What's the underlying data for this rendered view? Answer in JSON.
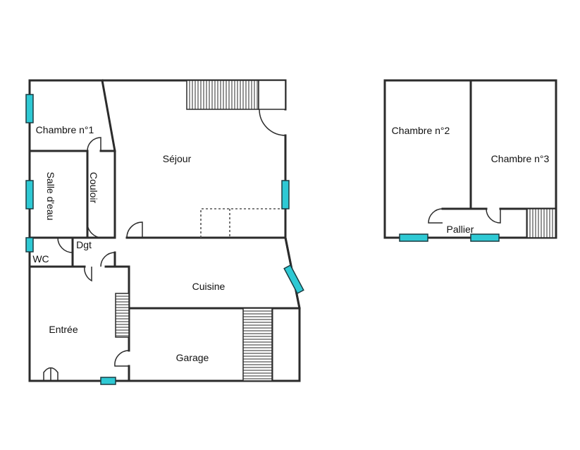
{
  "rooms": {
    "chambre1": "Chambre n°1",
    "sejour": "Séjour",
    "salle_eau": "Salle d'eau",
    "couloir": "Couloir",
    "dgt": "Dgt",
    "wc": "WC",
    "cuisine": "Cuisine",
    "entree": "Entrée",
    "garage": "Garage",
    "chambre2": "Chambre n°2",
    "chambre3": "Chambre n°3",
    "pallier": "Pallier"
  },
  "colors": {
    "walls": "#2b2b2b",
    "windows": "#2ec9d4",
    "background": "#ffffff"
  }
}
